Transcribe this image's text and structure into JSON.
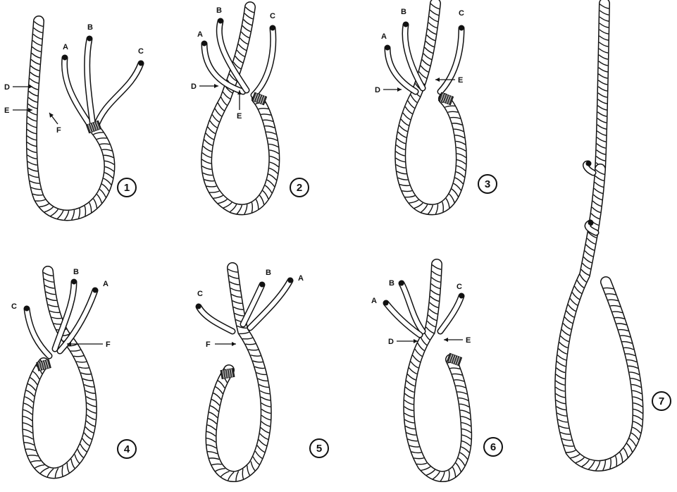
{
  "colors": {
    "ink": "#111111",
    "rope_fill": "#ffffff",
    "whipping": "#333333"
  },
  "steps": [
    {
      "number": "1",
      "labels": [
        "A",
        "B",
        "C",
        "D",
        "E",
        "F"
      ]
    },
    {
      "number": "2",
      "labels": [
        "A",
        "B",
        "C",
        "D",
        "E"
      ]
    },
    {
      "number": "3",
      "labels": [
        "A",
        "B",
        "C",
        "D",
        "E"
      ]
    },
    {
      "number": "4",
      "labels": [
        "C",
        "B",
        "A",
        "F"
      ]
    },
    {
      "number": "5",
      "labels": [
        "C",
        "B",
        "A",
        "F"
      ]
    },
    {
      "number": "6",
      "labels": [
        "B",
        "C",
        "A",
        "D",
        "E"
      ]
    },
    {
      "number": "7",
      "labels": []
    }
  ]
}
